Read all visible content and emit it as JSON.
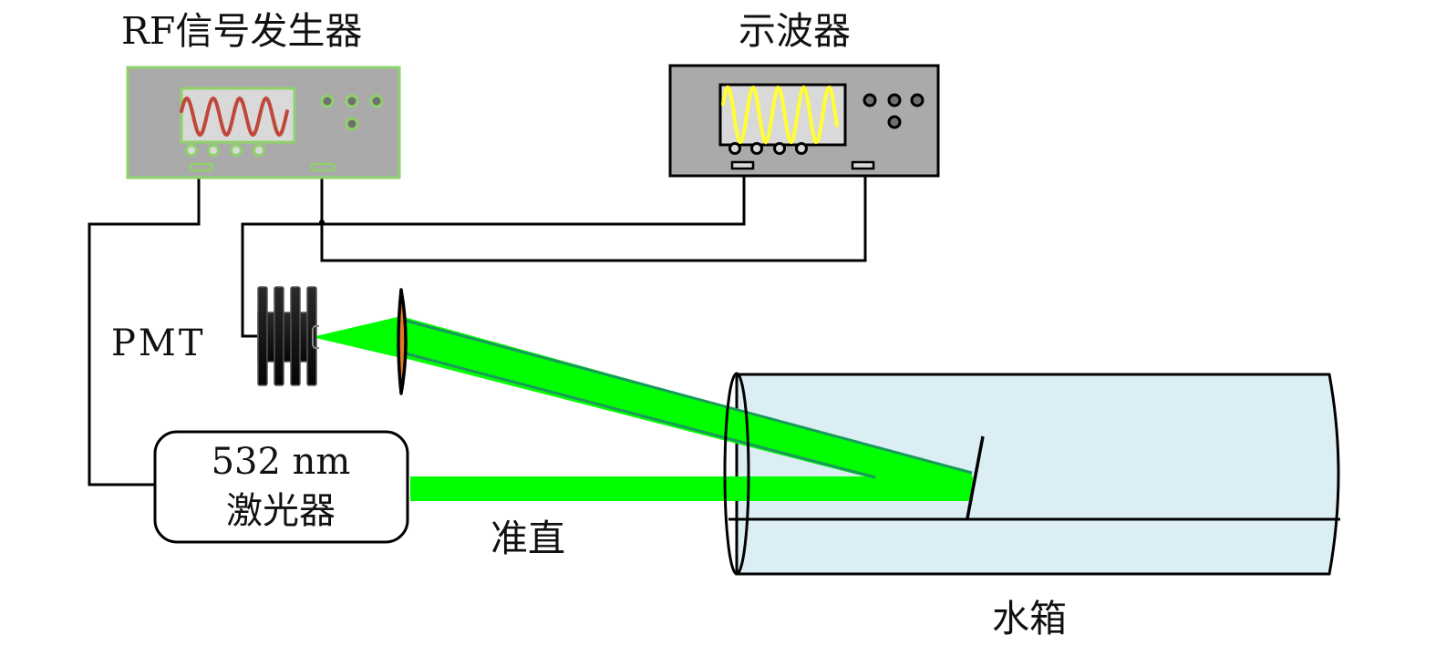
{
  "title": "Experimental setup diagram",
  "labels": {
    "rf_generator": "RF信号发生器",
    "oscilloscope": "示波器",
    "pmt": "PMT",
    "laser_line1": "532 nm",
    "laser_line2": "激光器",
    "collimation": "准直",
    "water_tank": "水箱"
  },
  "components": {
    "rf_generator": {
      "name": "RF信号发生器",
      "waveform": "sine",
      "waveform_cycles": 4,
      "body_color": "#aaaaaa",
      "accent_color": "#8fd16a",
      "screen_color": "#d9d9d9",
      "wave_color": "#c0473b"
    },
    "oscilloscope": {
      "name": "示波器",
      "waveform": "sine",
      "waveform_cycles": 4.5,
      "body_color": "#aaaaaa",
      "accent_color": "#000000",
      "screen_color": "#d9d9d9",
      "wave_color": "#ffff33"
    },
    "pmt": {
      "name": "PMT",
      "fins": 4,
      "color": "#1a1a1a"
    },
    "lens": {
      "fill_color": "#e07a28"
    },
    "laser": {
      "wavelength": "532 nm",
      "name": "激光器"
    },
    "water_tank": {
      "name": "水箱",
      "fill_color": "#dbeef4"
    },
    "beam": {
      "color": "#00ff00",
      "edge_color": "#1a9a5a"
    }
  },
  "connections": [
    {
      "from": "rf_generator.output_1",
      "to": "laser"
    },
    {
      "from": "rf_generator.output_2",
      "to": "oscilloscope.input_2"
    },
    {
      "from": "pmt",
      "to": "oscilloscope.input_1"
    }
  ]
}
